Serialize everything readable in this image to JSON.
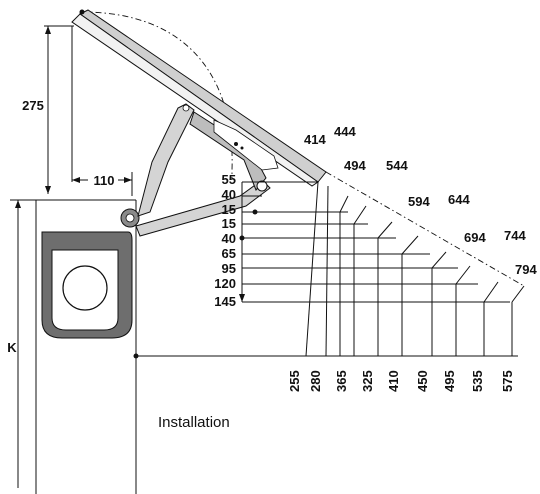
{
  "caption": "Installation",
  "dims": {
    "height_275": "275",
    "width_110": "110",
    "k": "K"
  },
  "side_values": [
    "55",
    "40",
    "15",
    "15",
    "40",
    "65",
    "95",
    "120",
    "145"
  ],
  "hinge_values": [
    "414",
    "444",
    "494",
    "544",
    "594",
    "644",
    "694",
    "744",
    "794"
  ],
  "bottom_values": [
    "255",
    "280",
    "365",
    "325",
    "410",
    "450",
    "495",
    "535",
    "575"
  ]
}
